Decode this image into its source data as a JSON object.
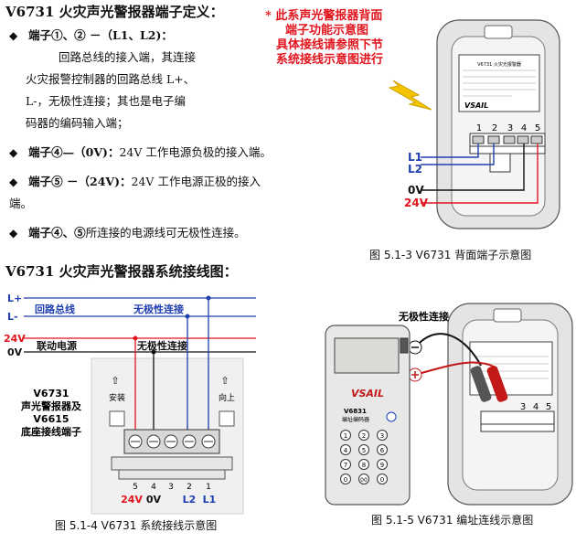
{
  "title_terminals": "V6731 火灾声光警报器端子定义：",
  "note_red": [
    "* 此系声光警报器背面",
    "端子功能示意图",
    "具体接线请参照下节",
    "系统接线示意图进行"
  ],
  "bullets": [
    {
      "head": "端子①、② －（L1、L2)：",
      "lines": [
        "回路总线的接入端，其连接",
        "火灾报警控制器的回路总线 L+、",
        "L-，无极性连接；其也是电子编",
        "码器的编码输入端；"
      ]
    },
    {
      "head": "端子④—（0V)：",
      "lines": [
        "24V 工作电源负极的接入端。"
      ]
    },
    {
      "head": "端子⑤ －（24V)：",
      "lines": [
        "24V 工作电源正极的接入端。"
      ]
    },
    {
      "head": "端子④、⑤",
      "lines": [
        "所连接的电源线可无极性连接。"
      ]
    }
  ],
  "fig3": {
    "device_title": "V6731  火灾光报警器",
    "brand": "VSAIL",
    "terminal_nums": [
      "1",
      "2",
      "3",
      "4",
      "5"
    ],
    "labels": {
      "l1": "L1",
      "l2": "L2",
      "v0": "0V",
      "v24": "24V"
    },
    "caption": "图 5.1-3  V6731 背面端子示意图"
  },
  "title_system": "V6731 火灾声光警报器系统接线图：",
  "fig4": {
    "bus_labels": [
      "L+",
      "L-",
      "24V",
      "0V"
    ],
    "loop_bus": "回路总线",
    "nonpolar1": "无极性连接",
    "linkage_power": "联动电源",
    "nonpolar2": "无极性连接",
    "device_label": [
      "V6731",
      "声光警报器及",
      "V6615",
      "底座接线端子"
    ],
    "install": "安装",
    "up": "向上",
    "term_nums": [
      "5",
      "4",
      "3",
      "2",
      "1"
    ],
    "term_labels": [
      "24V",
      "0V",
      "",
      "L2",
      "L1"
    ],
    "caption": "图 5.1-4  V6731 系统接线示意图"
  },
  "fig5": {
    "nonpolar": "无极性连接",
    "brand": "VSAIL",
    "model": "V6831",
    "subtitle": "编址编码器",
    "keys": [
      "1",
      "2",
      "3",
      "4",
      "5",
      "6",
      "7",
      "8",
      "9",
      "0",
      "00",
      "0"
    ],
    "terminal_nums": [
      "3",
      "4",
      "5"
    ],
    "caption": "图 5.1-5  V6731 编址连线示意图"
  },
  "colors": {
    "blue": "#1f3fb0",
    "red": "#e1141e",
    "text_red": "#e1141e"
  }
}
